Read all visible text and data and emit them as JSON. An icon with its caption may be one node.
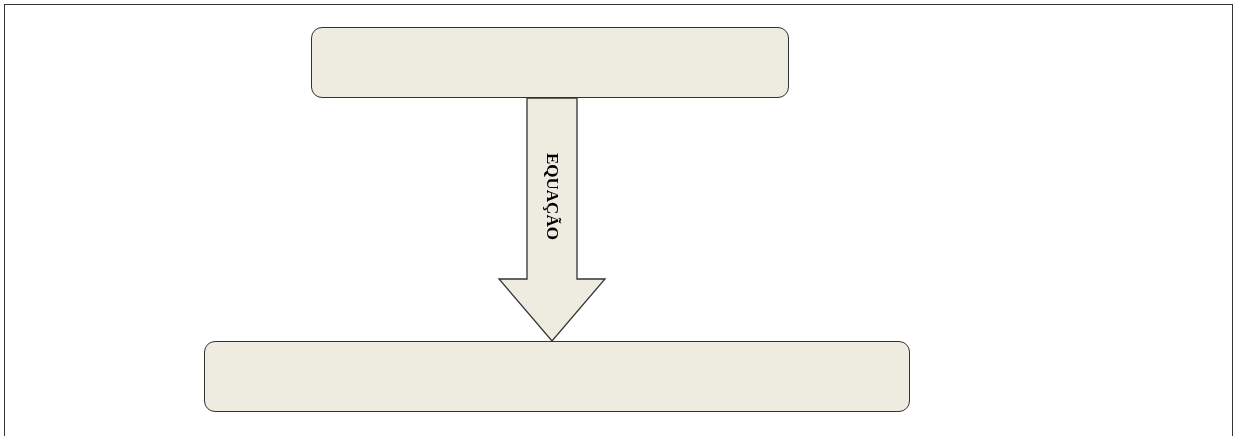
{
  "diagram": {
    "nodes": [
      {
        "text": [],
        "shape": "box"
      },
      {
        "text": [],
        "shape": "box"
      }
    ],
    "edges": [
      {
        "from": 0,
        "to": 1,
        "arrow": "to",
        "label": "EQUAÇÃO",
        "style": "thick"
      }
    ]
  }
}
